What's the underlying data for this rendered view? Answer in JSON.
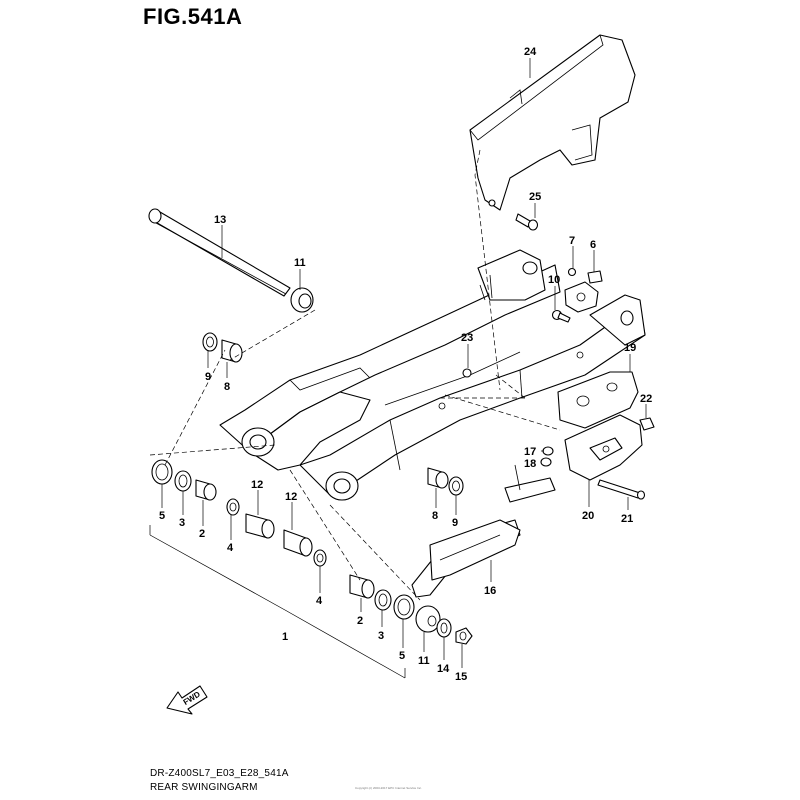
{
  "figure": {
    "title": "FIG.541A",
    "model_code": "DR-Z400SL7_E03_E28_541A",
    "section_name": "REAR SWINGINGARM",
    "copyright": "Copyright (c) 2003-2017 EPC Internet Service Inc."
  },
  "fwd_arrow": {
    "label": "FWD"
  },
  "callouts": [
    {
      "id": "c24",
      "num": "24"
    },
    {
      "id": "c25",
      "num": "25"
    },
    {
      "id": "c13",
      "num": "13"
    },
    {
      "id": "c11a",
      "num": "11"
    },
    {
      "id": "c7",
      "num": "7"
    },
    {
      "id": "c6",
      "num": "6"
    },
    {
      "id": "c10",
      "num": "10"
    },
    {
      "id": "c23",
      "num": "23"
    },
    {
      "id": "c19",
      "num": "19"
    },
    {
      "id": "c9a",
      "num": "9"
    },
    {
      "id": "c8a",
      "num": "8"
    },
    {
      "id": "c22",
      "num": "22"
    },
    {
      "id": "c17",
      "num": "17"
    },
    {
      "id": "c18",
      "num": "18"
    },
    {
      "id": "c5a",
      "num": "5"
    },
    {
      "id": "c3a",
      "num": "3"
    },
    {
      "id": "c2a",
      "num": "2"
    },
    {
      "id": "c12a",
      "num": "12"
    },
    {
      "id": "c12b",
      "num": "12"
    },
    {
      "id": "c4a",
      "num": "4"
    },
    {
      "id": "c8b",
      "num": "8"
    },
    {
      "id": "c9b",
      "num": "9"
    },
    {
      "id": "c20",
      "num": "20"
    },
    {
      "id": "c21",
      "num": "21"
    },
    {
      "id": "c16",
      "num": "16"
    },
    {
      "id": "c4b",
      "num": "4"
    },
    {
      "id": "c1",
      "num": "1"
    },
    {
      "id": "c2b",
      "num": "2"
    },
    {
      "id": "c3b",
      "num": "3"
    },
    {
      "id": "c5b",
      "num": "5"
    },
    {
      "id": "c11b",
      "num": "11"
    },
    {
      "id": "c14",
      "num": "14"
    },
    {
      "id": "c15",
      "num": "15"
    }
  ]
}
